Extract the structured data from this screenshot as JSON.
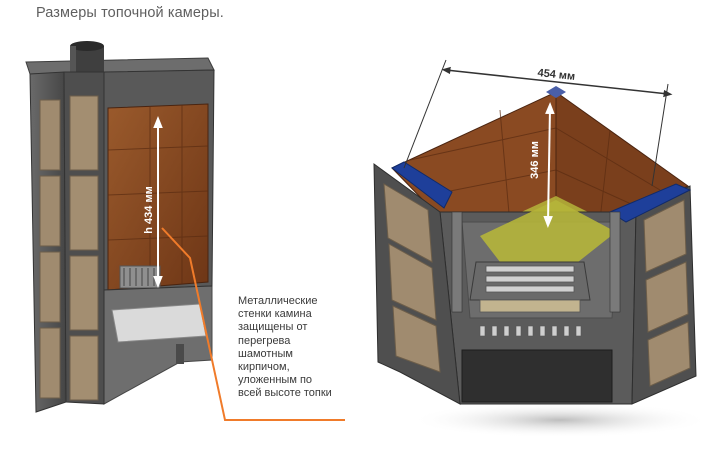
{
  "title": "Размеры топочной камеры.",
  "dimensions": {
    "height_label": "h 434 мм",
    "width_label": "454 мм",
    "depth_label": "346 мм"
  },
  "note_text": "Металлические\nстенки камина\nзащищены от\nперегрева\nшамотным\nкирпичом,\nуложенным по\nвсей высоте топки",
  "colors": {
    "steel": "#5b5b5b",
    "brick": "#8a4a22",
    "tile": "#a08b6f",
    "callout": "#f07b2a",
    "blue_trim": "#1e3f9a",
    "glow": "#b5b53a"
  }
}
